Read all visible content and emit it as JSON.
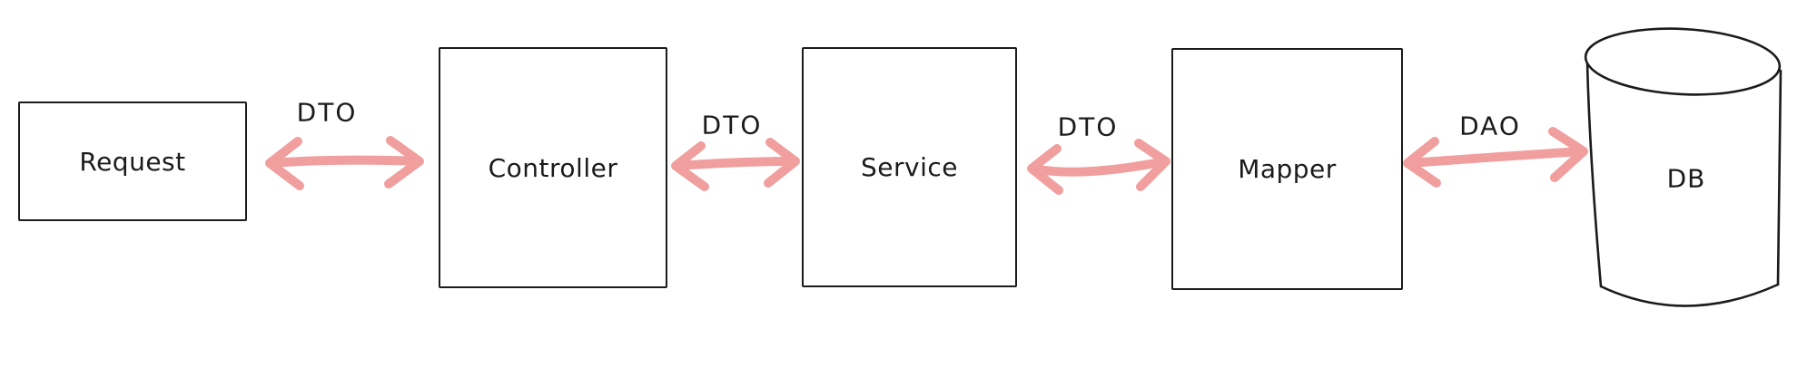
{
  "diagram": {
    "background_color": "#ffffff",
    "outline_color": "#1b1b1b",
    "arrow_color": "#f09e9e",
    "text_color": "#1b1b1b",
    "nodes": [
      {
        "id": "request",
        "label": "Request",
        "shape": "rectangle"
      },
      {
        "id": "controller",
        "label": "Controller",
        "shape": "rectangle"
      },
      {
        "id": "service",
        "label": "Service",
        "shape": "rectangle"
      },
      {
        "id": "mapper",
        "label": "Mapper",
        "shape": "rectangle"
      },
      {
        "id": "db",
        "label": "DB",
        "shape": "cylinder"
      }
    ],
    "edges": [
      {
        "from": "request",
        "to": "controller",
        "label": "DTO",
        "style": "double-headed-arrow"
      },
      {
        "from": "controller",
        "to": "service",
        "label": "DTO",
        "style": "double-headed-arrow"
      },
      {
        "from": "service",
        "to": "mapper",
        "label": "DTO",
        "style": "double-headed-arrow"
      },
      {
        "from": "mapper",
        "to": "db",
        "label": "DAO",
        "style": "double-headed-arrow"
      }
    ]
  }
}
